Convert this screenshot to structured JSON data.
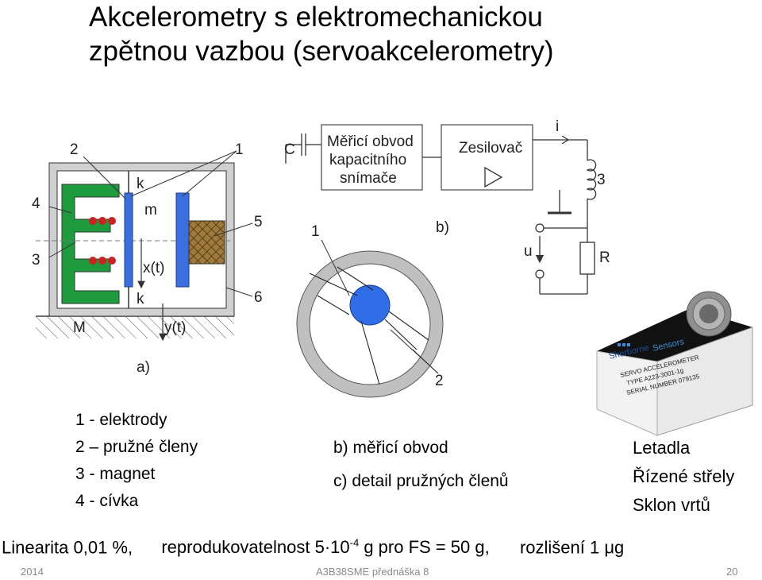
{
  "slide": {
    "title_line1": "Akcelerometry s elektromechanickou",
    "title_line2": "zpětnou vazbou (servoakcelerometry)"
  },
  "diagram": {
    "label_a": "a)",
    "label_b": "b)",
    "num_1": "1",
    "num_2": "2",
    "num_3": "3",
    "num_4": "4",
    "num_5": "5",
    "num_6": "6",
    "label_k": "k",
    "label_m": "m",
    "label_xt": "x(t)",
    "label_M": "M",
    "label_yt": "y(t)",
    "label_C": "C",
    "box_measure": [
      "Měřicí obvod",
      "kapacitního",
      "snímače"
    ],
    "box_amp": "Zesilovač",
    "label_i": "i",
    "label_u": "u",
    "label_R": "R"
  },
  "sensor_photo": {
    "brand1": "Sherborne",
    "brand2": "Sensors",
    "lines": [
      "SERVO ACCELEROMETER",
      "TYPE A223-3001-1g",
      "SERIAL NUMBER    079135"
    ]
  },
  "legend_left": [
    "1 - elektrody",
    "2 – pružné členy",
    "3 - magnet",
    "4 - cívka"
  ],
  "legend_mid": [
    "b)  měřicí obvod",
    "c) detail pružných členů"
  ],
  "applications": [
    "Letadla",
    "Řízené střely",
    "Sklon vrtů"
  ],
  "specs": {
    "linearity": "Linearita 0,01 %,",
    "repro_prefix": "reprodukovatelnost 5",
    "repro_mult": "·",
    "repro_base": "10",
    "repro_exp": "-4",
    "repro_suffix": " g pro FS = 50 g,",
    "resolution_prefix": "rozlišení 1 ",
    "resolution_unit": "μg"
  },
  "footer": {
    "year": "2014",
    "course": "A3B38SME přednáška 8",
    "page": "20"
  },
  "colors": {
    "magnet_green": "#1e9b3c",
    "electrode_blue": "#3a6fe0",
    "coil_red": "#cc2222",
    "spring_brown": "#a07a3a",
    "housing_gray": "#c8c8c8",
    "mass_blue": "#2f6ee6"
  }
}
